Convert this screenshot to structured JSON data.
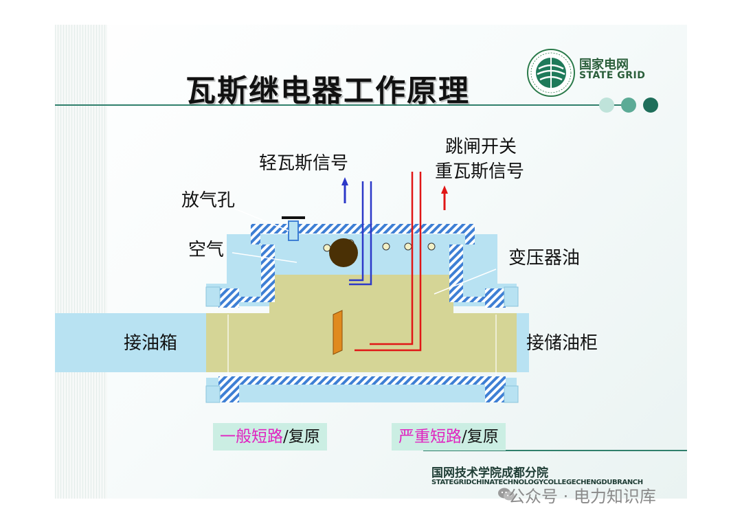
{
  "slide": {
    "title": "瓦斯继电器工作原理",
    "logo": {
      "cn": "国家电网",
      "en": "STATE GRID"
    },
    "labels": {
      "light_gas_signal": "轻瓦斯信号",
      "trip_switch": "跳闸开关",
      "heavy_gas_signal": "重瓦斯信号",
      "vent_hole": "放气孔",
      "air": "空气",
      "transformer_oil": "变压器油",
      "to_oil_tank": "接油箱",
      "to_conservator": "接储油柜"
    },
    "status_general": {
      "highlight": "一般短路",
      "rest": "/复原"
    },
    "status_severe": {
      "highlight": "严重短路",
      "rest": "/复原"
    },
    "footer": {
      "cn": "国网技术学院成都分院",
      "en": "STATEGRIDCHINATECHNOLOGYCOLLEGECHENGDUBRANCH"
    }
  },
  "watermark": "公众号 · 电力知识库",
  "colors": {
    "pipe": "#b8e2f2",
    "oil": "#d5d596",
    "hatch_blue": "#3e7fd4",
    "signal_blue": "#2c38c8",
    "signal_red": "#e01616",
    "float_ball": "#4a3005",
    "baffle": "#e08a1e",
    "status_bg": "#cbeee3",
    "status_magenta": "#e023c0",
    "accent_green": "#2f7f6b"
  },
  "icons": [
    "state-grid-logo",
    "wechat-icon"
  ]
}
